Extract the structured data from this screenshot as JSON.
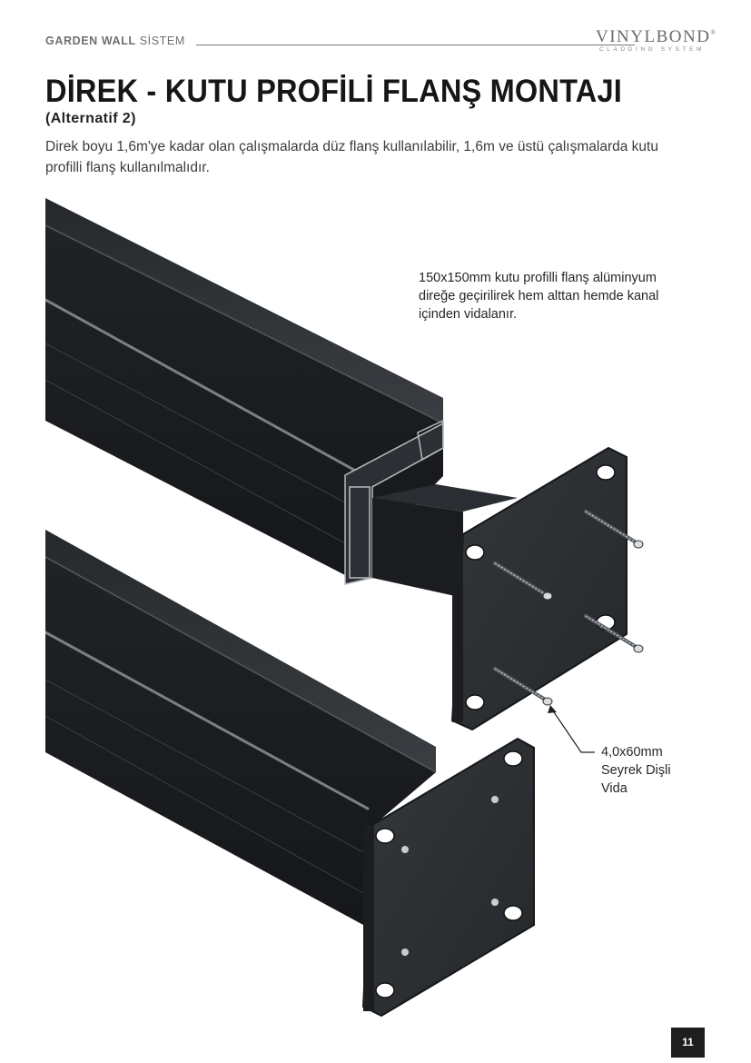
{
  "header": {
    "section_bold": "GARDEN WALL",
    "section_light": "SİSTEM",
    "brand": "VINYLBOND",
    "brand_mark": "®",
    "brand_tagline": "CLADDING SYSTEM"
  },
  "title": "DİREK - KUTU PROFİLİ FLANŞ MONTAJI",
  "subtitle": "(Alternatif 2)",
  "intro": "Direk boyu 1,6m'ye kadar olan çalışmalarda düz flanş kullanılabilir, 1,6m ve üstü çalışmalarda kutu profilli flanş kullanılmalıdır.",
  "callouts": {
    "flange": "150x150mm kutu profilli flanş alüminyum direğe geçirilirek hem alttan hemde kanal içinden vidalanır.",
    "screw_line1": "4,0x60mm",
    "screw_line2": "Seyrek Dişli",
    "screw_line3": "Vida"
  },
  "page_number": "11",
  "colors": {
    "profile_dark": "#1d1f21",
    "plate": "#2b2d30",
    "highlight": "#9aa0a6"
  }
}
